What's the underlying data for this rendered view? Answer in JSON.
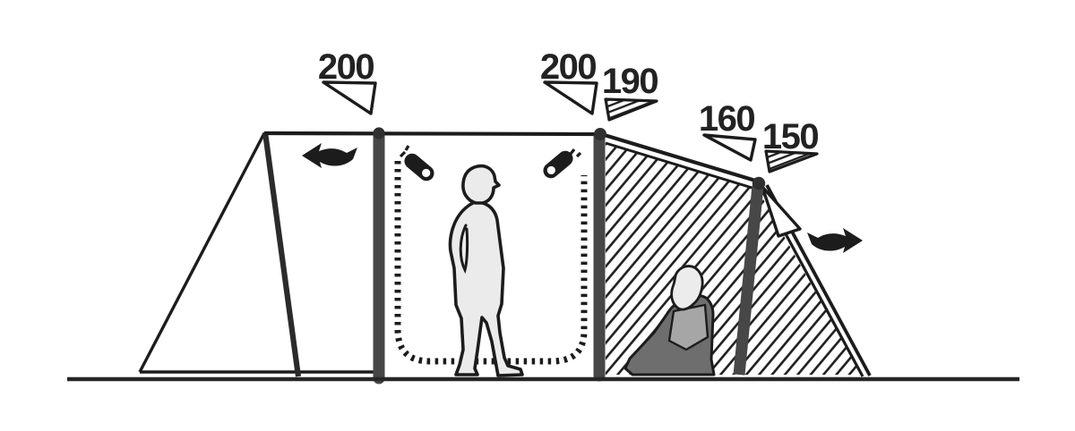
{
  "diagram": {
    "type": "tent-side-profile-dimensions",
    "height_markers": {
      "porch": "200",
      "living_front": "200",
      "living_rear": "190",
      "sleeping_front": "160",
      "sleeping_rear": "150"
    },
    "icons": {
      "left_arrow": "direction-arrow-left-icon",
      "right_arrow": "direction-arrow-right-icon",
      "zipper_pull_left": "zipper-pull-icon",
      "zipper_pull_right": "zipper-pull-icon",
      "marker_triangle_outline": "height-marker-triangle-outline",
      "marker_triangle_hatched": "height-marker-triangle-hatched"
    },
    "figures": [
      "standing-person",
      "sitting-person"
    ]
  },
  "colors": {
    "ink": "#1c1c1c",
    "pole": "#474747",
    "pole_cap": "#303030",
    "figure_light": "#ebebeb",
    "figure_dark": "#6e6e6e",
    "figure_mid": "#a6a6a6",
    "background": "#ffffff"
  }
}
